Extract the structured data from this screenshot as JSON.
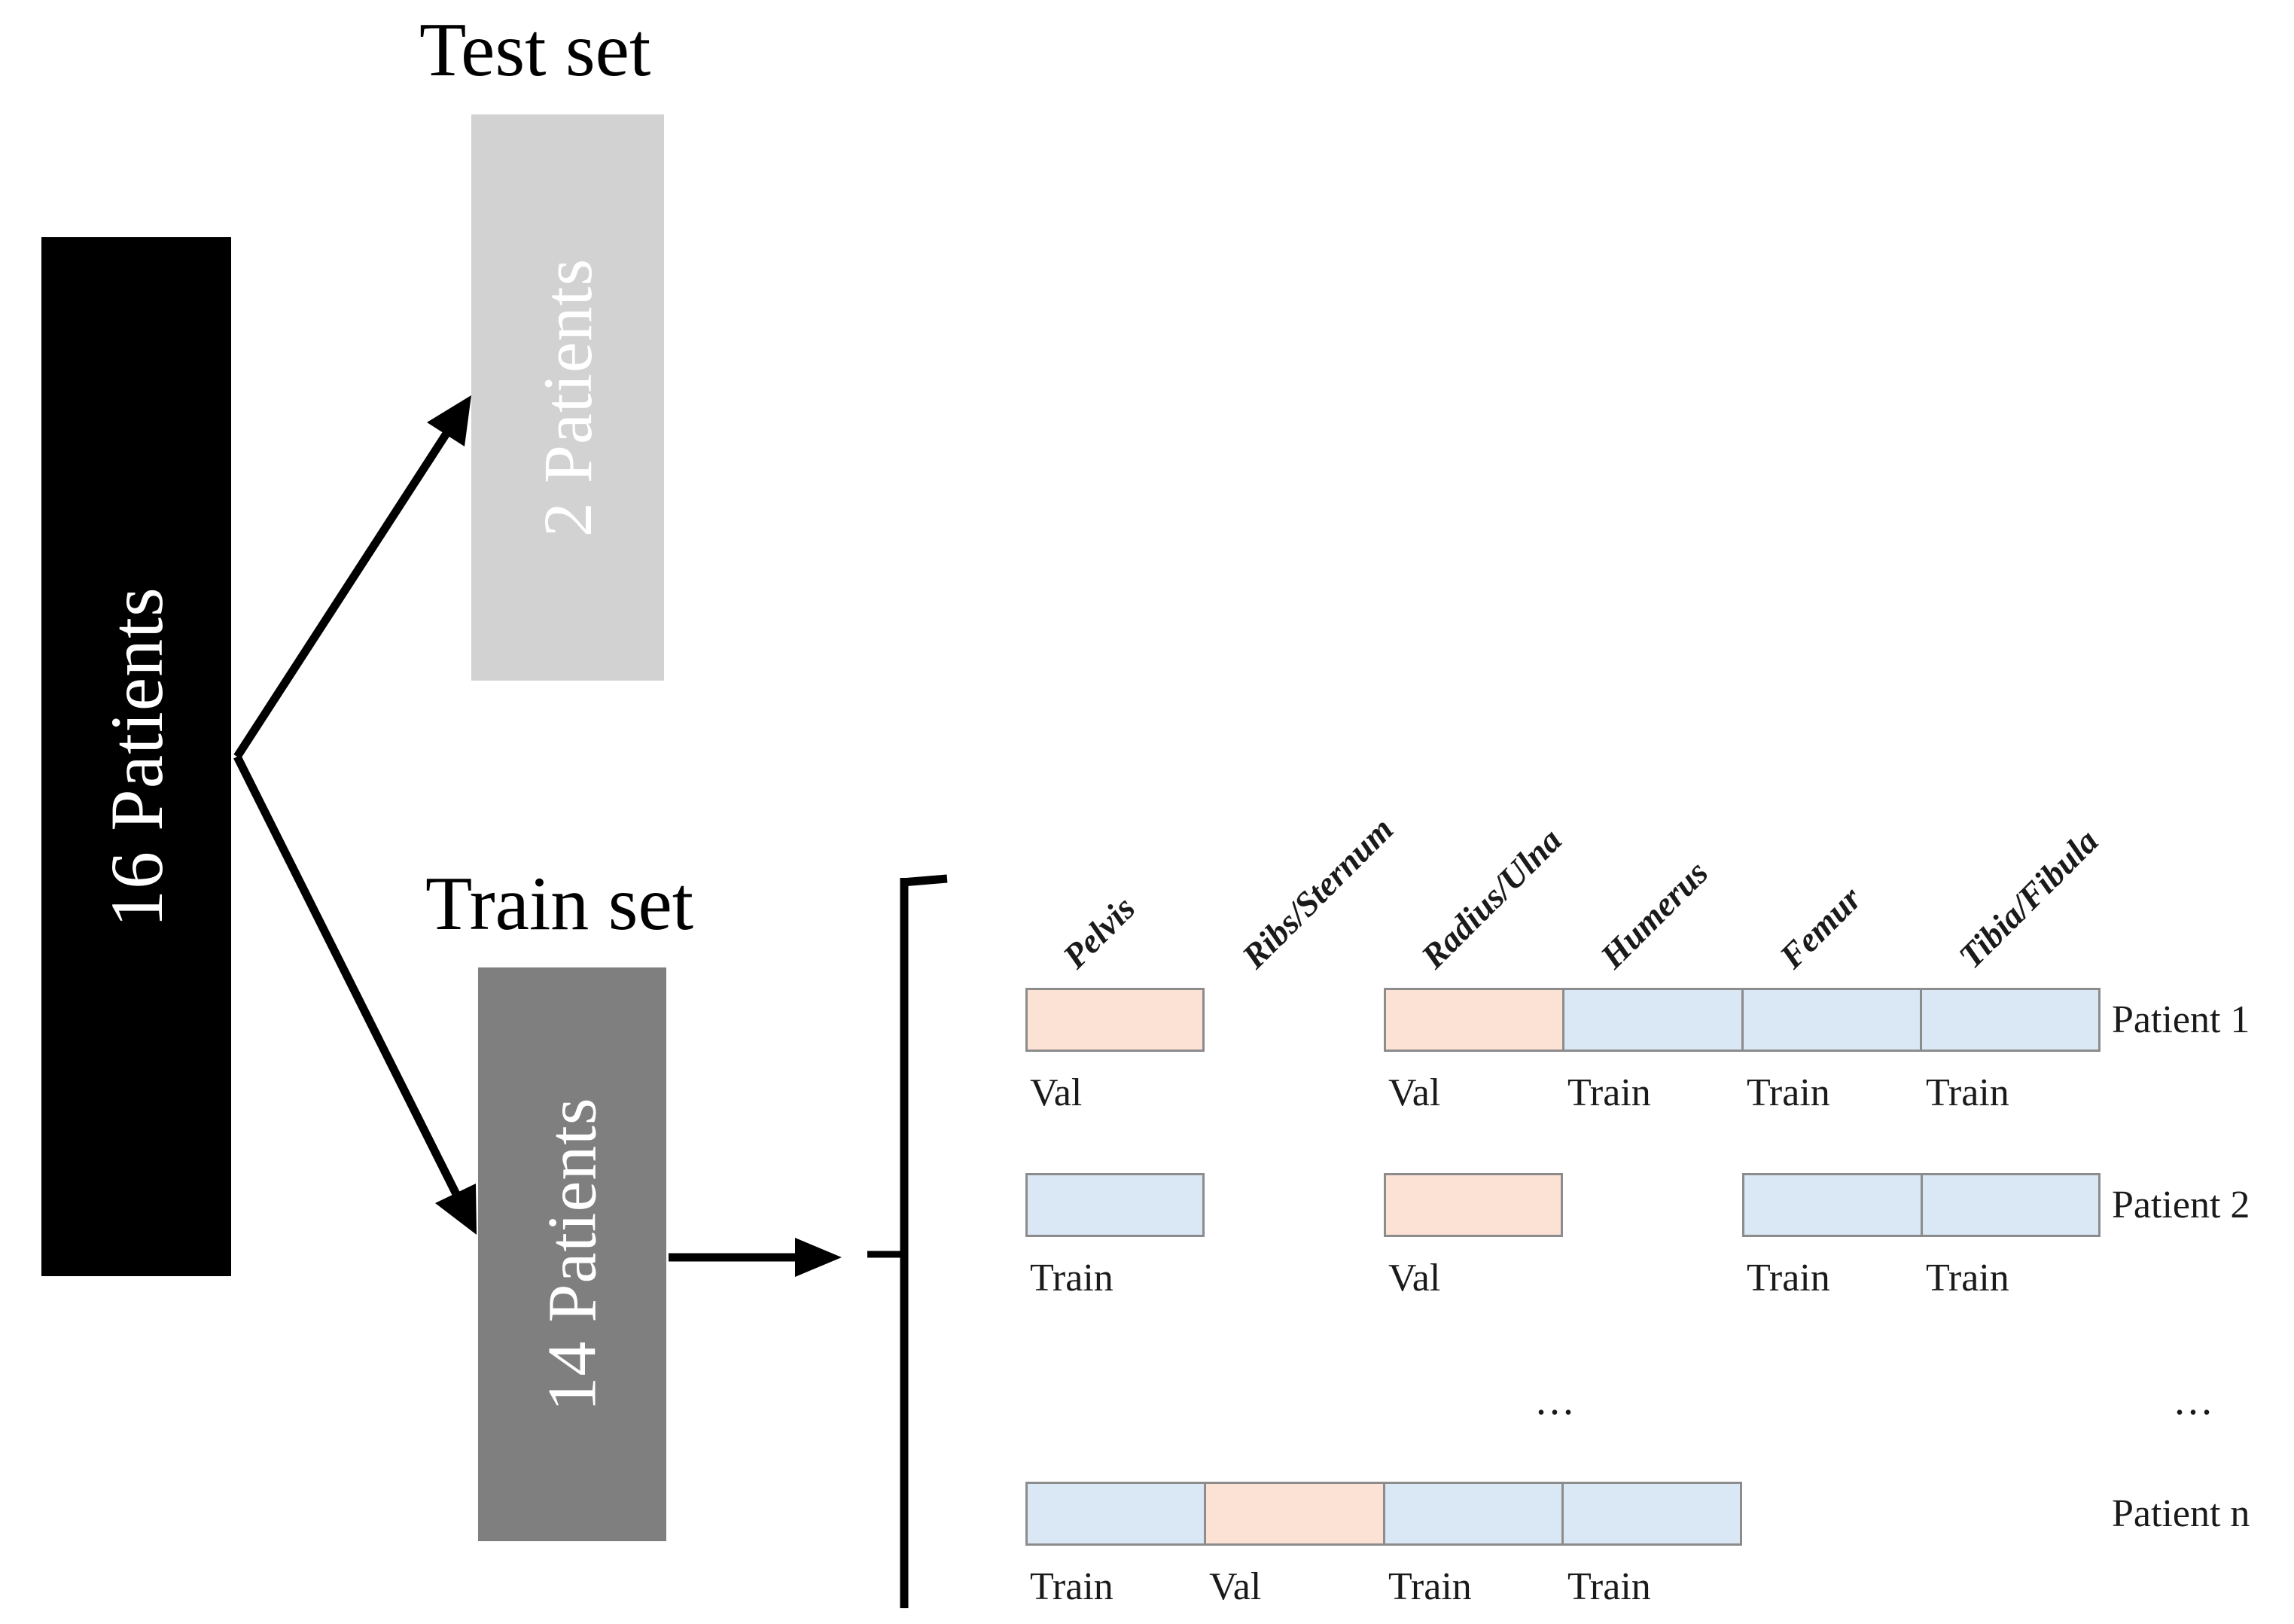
{
  "figure": {
    "source": {
      "box_label": "16 Patients"
    },
    "test": {
      "title": "Test set",
      "box_label": "2 Patients"
    },
    "train": {
      "title": "Train set",
      "box_label": "14 Patients"
    }
  },
  "grid": {
    "columns": [
      "Pelvis",
      "Ribs/Sternum",
      "Radius/Ulna",
      "Humerus",
      "Femur",
      "Tibia/Fibula"
    ],
    "rows": [
      {
        "name": "Patient 1",
        "cells": [
          {
            "col": 0,
            "role": "Val"
          },
          {
            "col": 2,
            "role": "Val"
          },
          {
            "col": 3,
            "role": "Train"
          },
          {
            "col": 4,
            "role": "Train"
          },
          {
            "col": 5,
            "role": "Train"
          }
        ]
      },
      {
        "name": "Patient 2",
        "cells": [
          {
            "col": 0,
            "role": "Train"
          },
          {
            "col": 2,
            "role": "Val"
          },
          {
            "col": 4,
            "role": "Train"
          },
          {
            "col": 5,
            "role": "Train"
          }
        ]
      },
      {
        "name": "Patient n",
        "cells": [
          {
            "col": 0,
            "role": "Train"
          },
          {
            "col": 1,
            "role": "Val"
          },
          {
            "col": 2,
            "role": "Train"
          },
          {
            "col": 3,
            "role": "Train"
          }
        ]
      }
    ],
    "ellipsis": "..."
  },
  "colors": {
    "val_fill": "#fbe2d5",
    "train_fill": "#dae7f4",
    "cell_border": "#8c8c8c",
    "source_box": "#000000",
    "test_box": "#d2d2d2",
    "train_box": "#7f7f7f",
    "arrow": "#000000"
  }
}
